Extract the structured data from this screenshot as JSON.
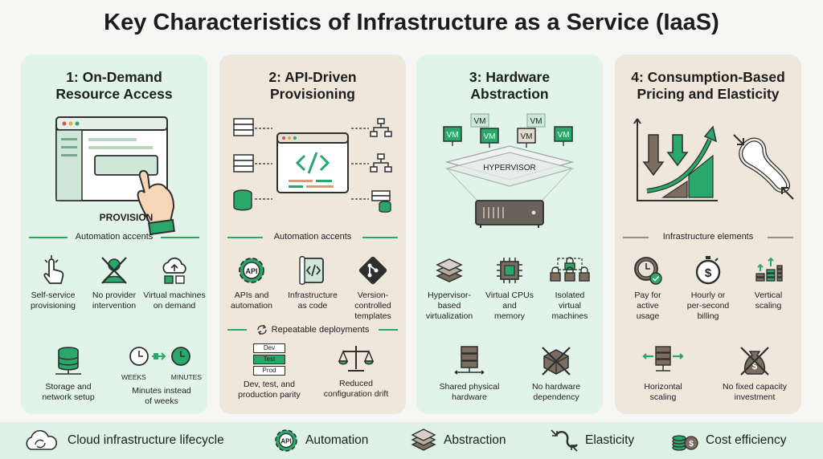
{
  "title": "Key Characteristics of Infrastructure as a Service (IaaS)",
  "panels": [
    {
      "title": "1: On-Demand\nResource Access",
      "illustration": {
        "button_label": "PROVISION"
      },
      "section_label": "Automation accents",
      "features": [
        {
          "label": "Self-service\nprovisioning",
          "icon": "tap-hand-icon"
        },
        {
          "label": "No provider\nintervention",
          "icon": "no-person-icon"
        },
        {
          "label": "Virtual machines\non demand",
          "icon": "cloud-server-icon"
        },
        {
          "label": "Storage and\nnetwork setup",
          "icon": "storage-icon"
        },
        {
          "label": "Minutes instead\nof weeks",
          "icon": "clock-icon",
          "weeks_label": "WEEKS",
          "minutes_label": "MINUTES"
        }
      ]
    },
    {
      "title": "2: API-Driven\nProvisioning",
      "section_label": "Automation accents",
      "features": [
        {
          "label": "APIs and\nautomation",
          "icon": "api-gear-icon",
          "badge": "API"
        },
        {
          "label": "Infrastructure\nas code",
          "icon": "code-file-icon"
        },
        {
          "label": "Version-\ncontrolled\ntemplates",
          "icon": "git-icon"
        }
      ],
      "sub_label": "Repeatable deployments",
      "features2": [
        {
          "label": "Dev, test, and\nproduction parity",
          "icon": "env-stack-icon",
          "envs": [
            "Dev",
            "Test",
            "Prod"
          ]
        },
        {
          "label": "Reduced\nconfiguration drift",
          "icon": "scale-icon"
        }
      ]
    },
    {
      "title": "3: Hardware\nAbstraction",
      "illustration": {
        "vm_label": "VM",
        "hypervisor_label": "HYPERVISOR"
      },
      "features": [
        {
          "label": "Hypervisor-\nbased\nvirtualization",
          "icon": "layers-icon"
        },
        {
          "label": "Virtual CPUs\nand\nmemory",
          "icon": "cpu-icon"
        },
        {
          "label": "Isolated\nvirtual\nmachines",
          "icon": "lock-icon"
        },
        {
          "label": "Shared physical\nhardware",
          "icon": "server-rack-icon"
        },
        {
          "label": "No hardware\ndependency",
          "icon": "no-hardware-icon"
        }
      ]
    },
    {
      "title": "4: Consumption-Based\nPricing and Elasticity",
      "section_label": "Infrastructure elements",
      "features": [
        {
          "label": "Pay for\nactive\nusage",
          "icon": "clock-check-icon"
        },
        {
          "label": "Hourly or\nper-second\nbilling",
          "icon": "stopwatch-dollar-icon"
        },
        {
          "label": "Vertical\nscaling",
          "icon": "vertical-scale-icon"
        },
        {
          "label": "Horizontal\nscaling",
          "icon": "horizontal-scale-icon"
        },
        {
          "label": "No fixed capacity\ninvestment",
          "icon": "no-money-bag-icon"
        }
      ]
    }
  ],
  "bottom_bar": [
    {
      "label": "Cloud infrastructure lifecycle",
      "icon": "cloud-cycle-icon"
    },
    {
      "label": "Automation",
      "icon": "api-gear-icon",
      "badge": "API"
    },
    {
      "label": "Abstraction",
      "icon": "layers-icon"
    },
    {
      "label": "Elasticity",
      "icon": "elastic-icon"
    },
    {
      "label": "Cost efficiency",
      "icon": "coins-icon"
    }
  ],
  "colors": {
    "green": "#2aa86c",
    "dark": "#2d302f",
    "brown": "#7c6d60",
    "light_green": "#e2f3ea",
    "beige": "#efe6dc"
  }
}
